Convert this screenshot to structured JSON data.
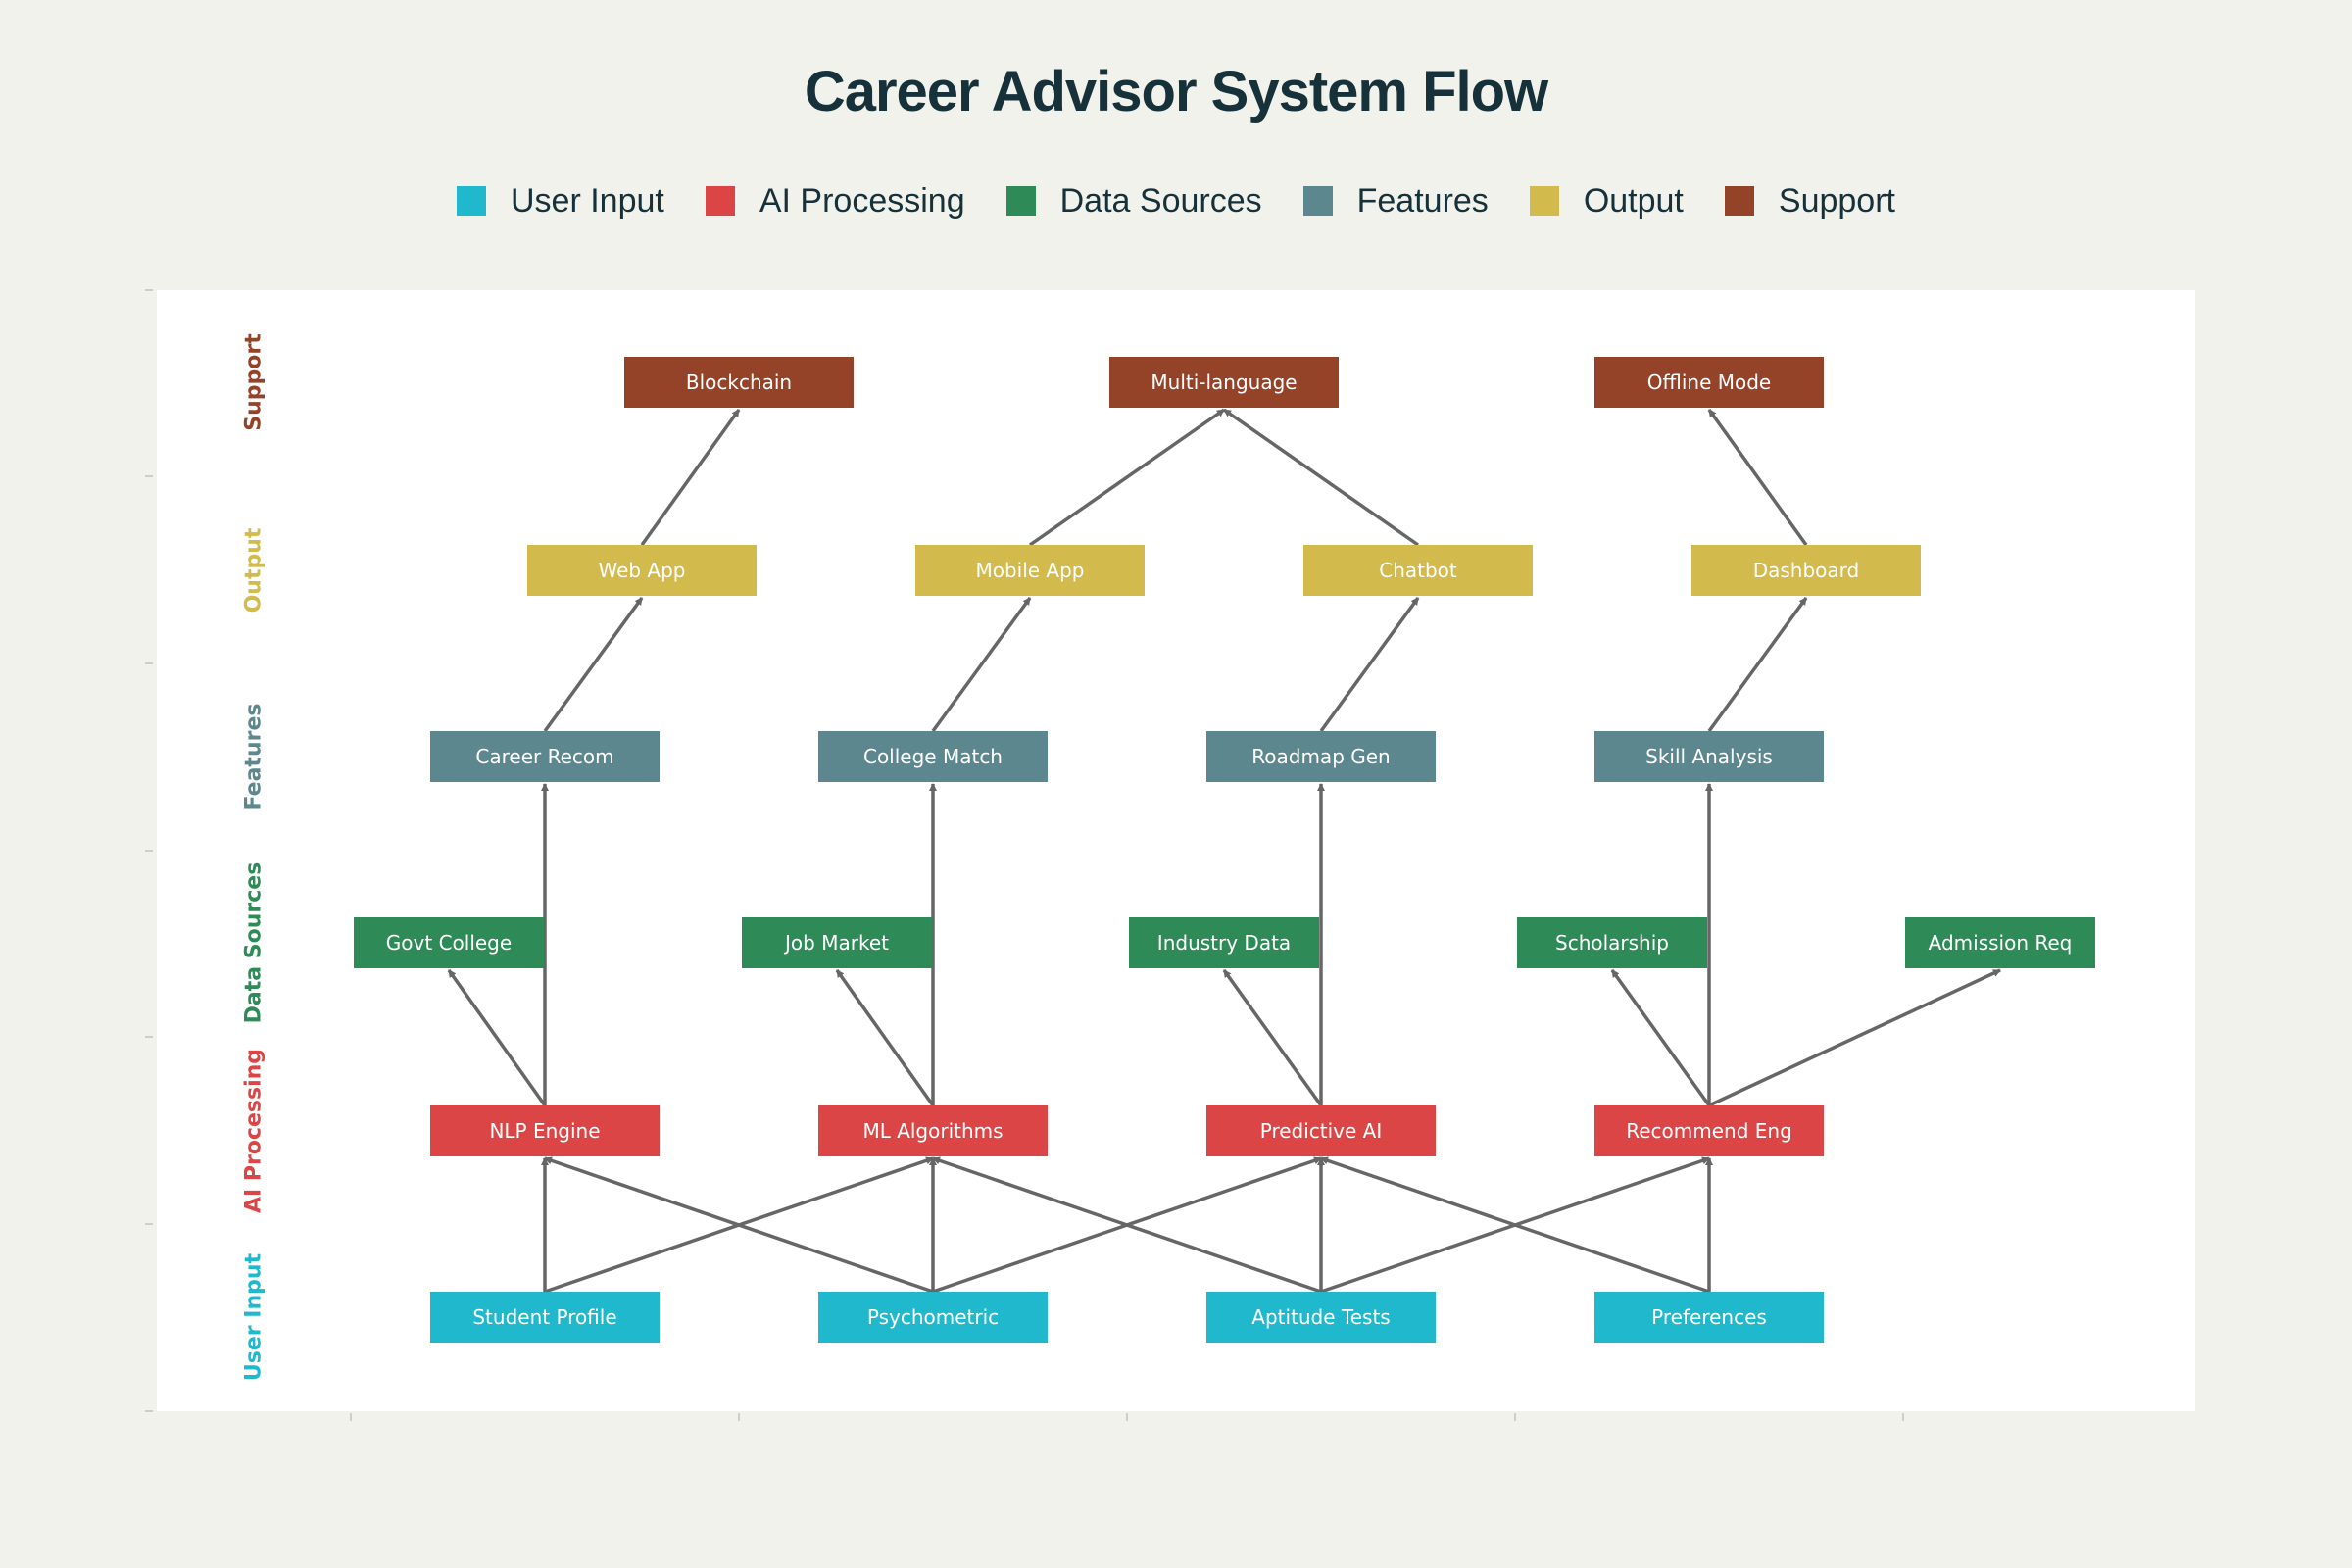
{
  "title": "Career Advisor System Flow",
  "legend": [
    {
      "label": "User Input",
      "color": "#1fb8cd"
    },
    {
      "label": "AI Processing",
      "color": "#db4545"
    },
    {
      "label": "Data Sources",
      "color": "#2e8b57"
    },
    {
      "label": "Features",
      "color": "#5d878f"
    },
    {
      "label": "Output",
      "color": "#d2ba4c"
    },
    {
      "label": "Support",
      "color": "#944328"
    }
  ],
  "lanes": [
    {
      "label": "Support",
      "color": "#944328"
    },
    {
      "label": "Output",
      "color": "#d2ba4c"
    },
    {
      "label": "Features",
      "color": "#5d878f"
    },
    {
      "label": "Data Sources",
      "color": "#2e8b57"
    },
    {
      "label": "AI Processing",
      "color": "#db4545"
    },
    {
      "label": "User Input",
      "color": "#1fb8cd"
    }
  ],
  "nodes": {
    "student_profile": {
      "label": "Student Profile",
      "category": "User Input"
    },
    "psychometric": {
      "label": "Psychometric",
      "category": "User Input"
    },
    "aptitude_tests": {
      "label": "Aptitude Tests",
      "category": "User Input"
    },
    "preferences": {
      "label": "Preferences",
      "category": "User Input"
    },
    "nlp_engine": {
      "label": "NLP Engine",
      "category": "AI Processing"
    },
    "ml_algorithms": {
      "label": "ML Algorithms",
      "category": "AI Processing"
    },
    "predictive_ai": {
      "label": "Predictive AI",
      "category": "AI Processing"
    },
    "recommend_eng": {
      "label": "Recommend Eng",
      "category": "AI Processing"
    },
    "govt_college": {
      "label": "Govt College",
      "category": "Data Sources"
    },
    "job_market": {
      "label": "Job Market",
      "category": "Data Sources"
    },
    "industry_data": {
      "label": "Industry Data",
      "category": "Data Sources"
    },
    "scholarship": {
      "label": "Scholarship",
      "category": "Data Sources"
    },
    "admission_req": {
      "label": "Admission Req",
      "category": "Data Sources"
    },
    "career_recom": {
      "label": "Career Recom",
      "category": "Features"
    },
    "college_match": {
      "label": "College Match",
      "category": "Features"
    },
    "roadmap_gen": {
      "label": "Roadmap Gen",
      "category": "Features"
    },
    "skill_analysis": {
      "label": "Skill Analysis",
      "category": "Features"
    },
    "web_app": {
      "label": "Web App",
      "category": "Output"
    },
    "mobile_app": {
      "label": "Mobile App",
      "category": "Output"
    },
    "chatbot": {
      "label": "Chatbot",
      "category": "Output"
    },
    "dashboard": {
      "label": "Dashboard",
      "category": "Output"
    },
    "blockchain": {
      "label": "Blockchain",
      "category": "Support"
    },
    "multi_language": {
      "label": "Multi-language",
      "category": "Support"
    },
    "offline_mode": {
      "label": "Offline Mode",
      "category": "Support"
    }
  },
  "edges": [
    [
      "student_profile",
      "nlp_engine"
    ],
    [
      "student_profile",
      "ml_algorithms"
    ],
    [
      "psychometric",
      "nlp_engine"
    ],
    [
      "psychometric",
      "ml_algorithms"
    ],
    [
      "psychometric",
      "predictive_ai"
    ],
    [
      "aptitude_tests",
      "ml_algorithms"
    ],
    [
      "aptitude_tests",
      "predictive_ai"
    ],
    [
      "aptitude_tests",
      "recommend_eng"
    ],
    [
      "preferences",
      "predictive_ai"
    ],
    [
      "preferences",
      "recommend_eng"
    ],
    [
      "nlp_engine",
      "govt_college"
    ],
    [
      "nlp_engine",
      "career_recom"
    ],
    [
      "ml_algorithms",
      "job_market"
    ],
    [
      "ml_algorithms",
      "college_match"
    ],
    [
      "predictive_ai",
      "industry_data"
    ],
    [
      "predictive_ai",
      "roadmap_gen"
    ],
    [
      "recommend_eng",
      "scholarship"
    ],
    [
      "recommend_eng",
      "skill_analysis"
    ],
    [
      "recommend_eng",
      "admission_req"
    ],
    [
      "career_recom",
      "web_app"
    ],
    [
      "college_match",
      "mobile_app"
    ],
    [
      "roadmap_gen",
      "chatbot"
    ],
    [
      "skill_analysis",
      "dashboard"
    ],
    [
      "web_app",
      "blockchain"
    ],
    [
      "mobile_app",
      "multi_language"
    ],
    [
      "chatbot",
      "multi_language"
    ],
    [
      "dashboard",
      "offline_mode"
    ]
  ]
}
